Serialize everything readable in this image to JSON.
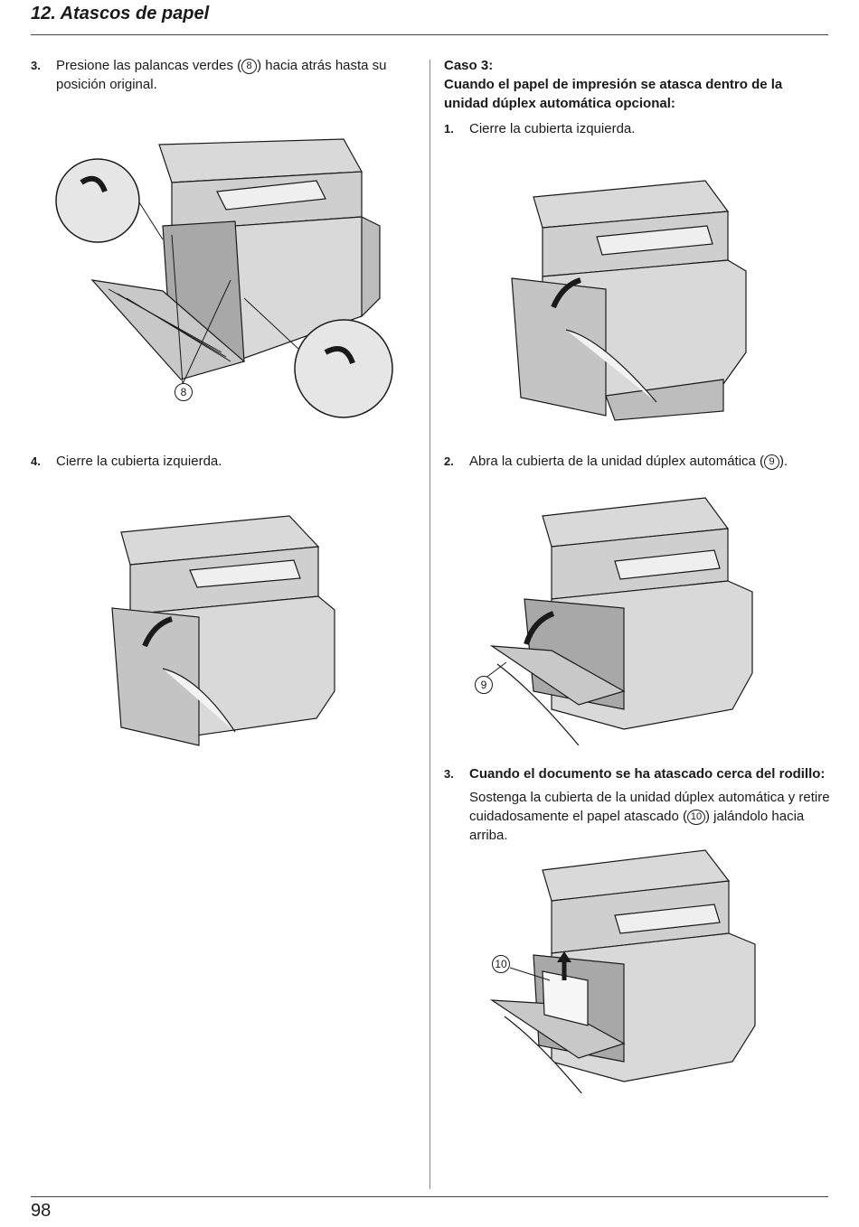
{
  "header": {
    "title": "12. Atascos de papel"
  },
  "footer": {
    "page_number": "98"
  },
  "left": {
    "step3": {
      "num": "3.",
      "text_a": "Presione las palancas verdes (",
      "callout": "8",
      "text_b": ") hacia atrás hasta su posición original."
    },
    "step3_fig_label": "8",
    "step4": {
      "num": "4.",
      "text": "Cierre la cubierta izquierda."
    }
  },
  "right": {
    "case_title": "Caso 3:",
    "case_desc": "Cuando el papel de impresión se atasca dentro de la unidad dúplex automática opcional:",
    "step1": {
      "num": "1.",
      "text": "Cierre la cubierta izquierda."
    },
    "step2": {
      "num": "2.",
      "text_a": "Abra la cubierta de la unidad dúplex automática (",
      "callout": "9",
      "text_b": ")."
    },
    "step2_fig_label": "9",
    "step3": {
      "num": "3.",
      "title": "Cuando el documento se ha atascado cerca del rodillo:",
      "text_a": "Sostenga la cubierta de la unidad dúplex automática y retire cuidadosamente el papel atascado (",
      "callout": "10",
      "text_b": ") jalándolo hacia arriba."
    },
    "step3_fig_label": "10"
  },
  "colors": {
    "ink": "#1a1a1a",
    "machine_fill": "#d9d9d9",
    "machine_dark": "#9a9a9a"
  }
}
